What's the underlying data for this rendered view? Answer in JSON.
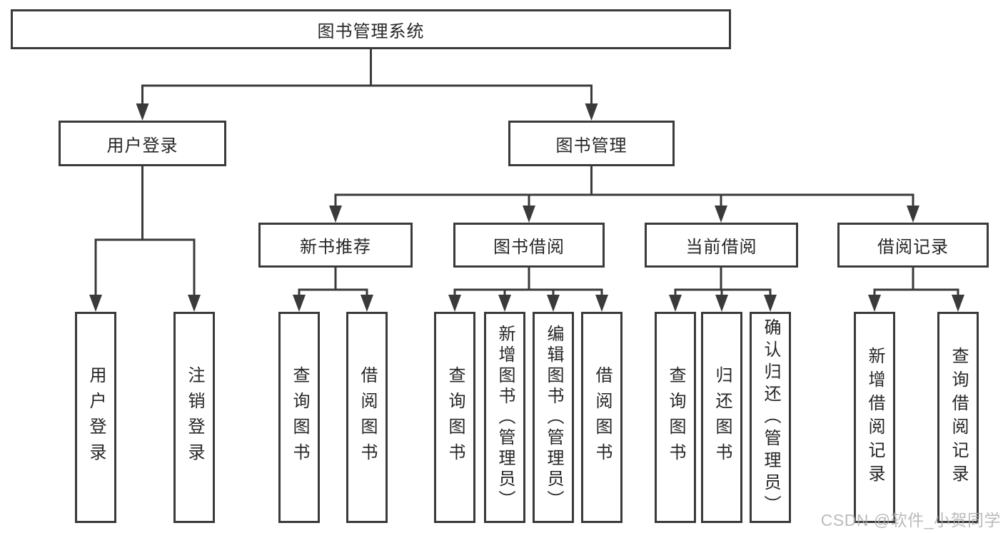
{
  "tree": {
    "root": {
      "label": "图书管理系统"
    },
    "level1": [
      {
        "label": "用户登录"
      },
      {
        "label": "图书管理"
      }
    ],
    "level2": [
      {
        "label": "新书推荐"
      },
      {
        "label": "图书借阅"
      },
      {
        "label": "当前借阅"
      },
      {
        "label": "借阅记录"
      }
    ],
    "leaves": {
      "user_login": [
        {
          "label": "用户登录"
        },
        {
          "label": "注销登录"
        }
      ],
      "new_book_recommend": [
        {
          "label": "查询图书"
        },
        {
          "label": "借阅图书"
        }
      ],
      "book_borrow": [
        {
          "label": "查询图书"
        },
        {
          "label": "新增图书（管理员）"
        },
        {
          "label": "编辑图书（管理员）"
        },
        {
          "label": "借阅图书"
        }
      ],
      "current_borrow": [
        {
          "label": "查询图书"
        },
        {
          "label": "归还图书"
        },
        {
          "label": "确认归还（管理员）"
        }
      ],
      "borrow_record": [
        {
          "label": "新增借阅记录"
        },
        {
          "label": "查询借阅记录"
        }
      ]
    }
  },
  "watermark": "CSDN @软件_小贺同学",
  "colors": {
    "line": "#3a3a3a",
    "box_border": "#3a3a3a",
    "text": "#262626",
    "watermark": "#acacac",
    "background": "#ffffff"
  }
}
